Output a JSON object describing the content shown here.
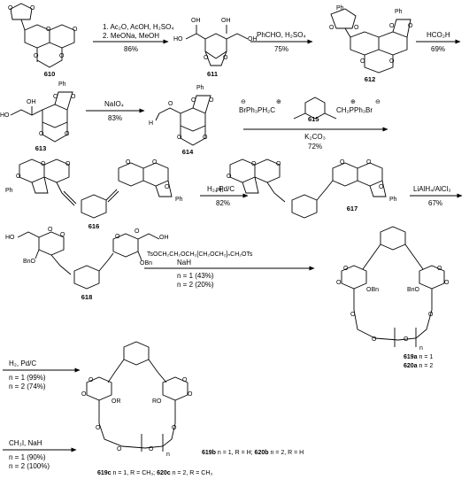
{
  "compounds": {
    "c610": "610",
    "c611": "611",
    "c612": "612",
    "c613": "613",
    "c614": "614",
    "c615": "615",
    "c616": "616",
    "c617": "617",
    "c618": "618",
    "c619a": "619a",
    "c620a": "620a",
    "c619b": "619b",
    "c620b": "620b",
    "c619c": "619c",
    "c620c": "620c"
  },
  "steps": {
    "s1_line1": "1. Ac₂O, AcOH, H₂SO₄",
    "s1_line2": "2. MeONa, MeOH",
    "s1_yield": "86%",
    "s2_reagent": "PhCHO, H₂SO₄",
    "s2_yield": "75%",
    "s3_reagent": "HCO₂H",
    "s3_yield": "69%",
    "s4_reagent": "NaIO₄",
    "s4_yield": "83%",
    "s5_wittig_left": "BrPh₃PH₂C",
    "s5_wittig_right": "CH₂PPh₃Br",
    "s5_base": "K₂CO₃",
    "s5_yield": "72%",
    "s6_reagent": "H₂, Pd/C",
    "s6_yield": "82%",
    "s7_reagent": "LiAlH₄/AlCl₃",
    "s7_yield": "67%",
    "s8_reagent": "TsOCH₂CH₂OCH₂[CH₂OCH₂]ₙCH₂OTs",
    "s8_base": "NaH",
    "s8_n1": "n = 1 (43%)",
    "s8_n2": "n = 2 (20%)",
    "s9_reagent": "H₂, Pd/C",
    "s9_n1": "n = 1 (99%)",
    "s9_n2": "n = 2 (74%)",
    "s10_reagent": "CH₃I, NaH",
    "s10_n1": "n = 1 (90%)",
    "s10_n2": "n = 2 (100%)"
  },
  "atoms": {
    "O": "O",
    "HO": "HO",
    "OH": "OH",
    "Ph": "Ph",
    "Ph_dot": "Ph",
    "BnO": "BnO",
    "OBn": "OBn",
    "RO": "RO",
    "OR": "OR",
    "H": "H",
    "n": "n",
    "plus": "⊕",
    "minus": "⊖"
  },
  "legends": {
    "l619a_suffix": " n = 1",
    "l620a_suffix": " n = 2",
    "l619b_suffix": " n = 1, R = H; ",
    "l620b_suffix": " n = 2, R = H",
    "l619c_suffix": " n = 1, R = CH₃; ",
    "l620c_suffix": " n = 2, R = CH₃"
  }
}
